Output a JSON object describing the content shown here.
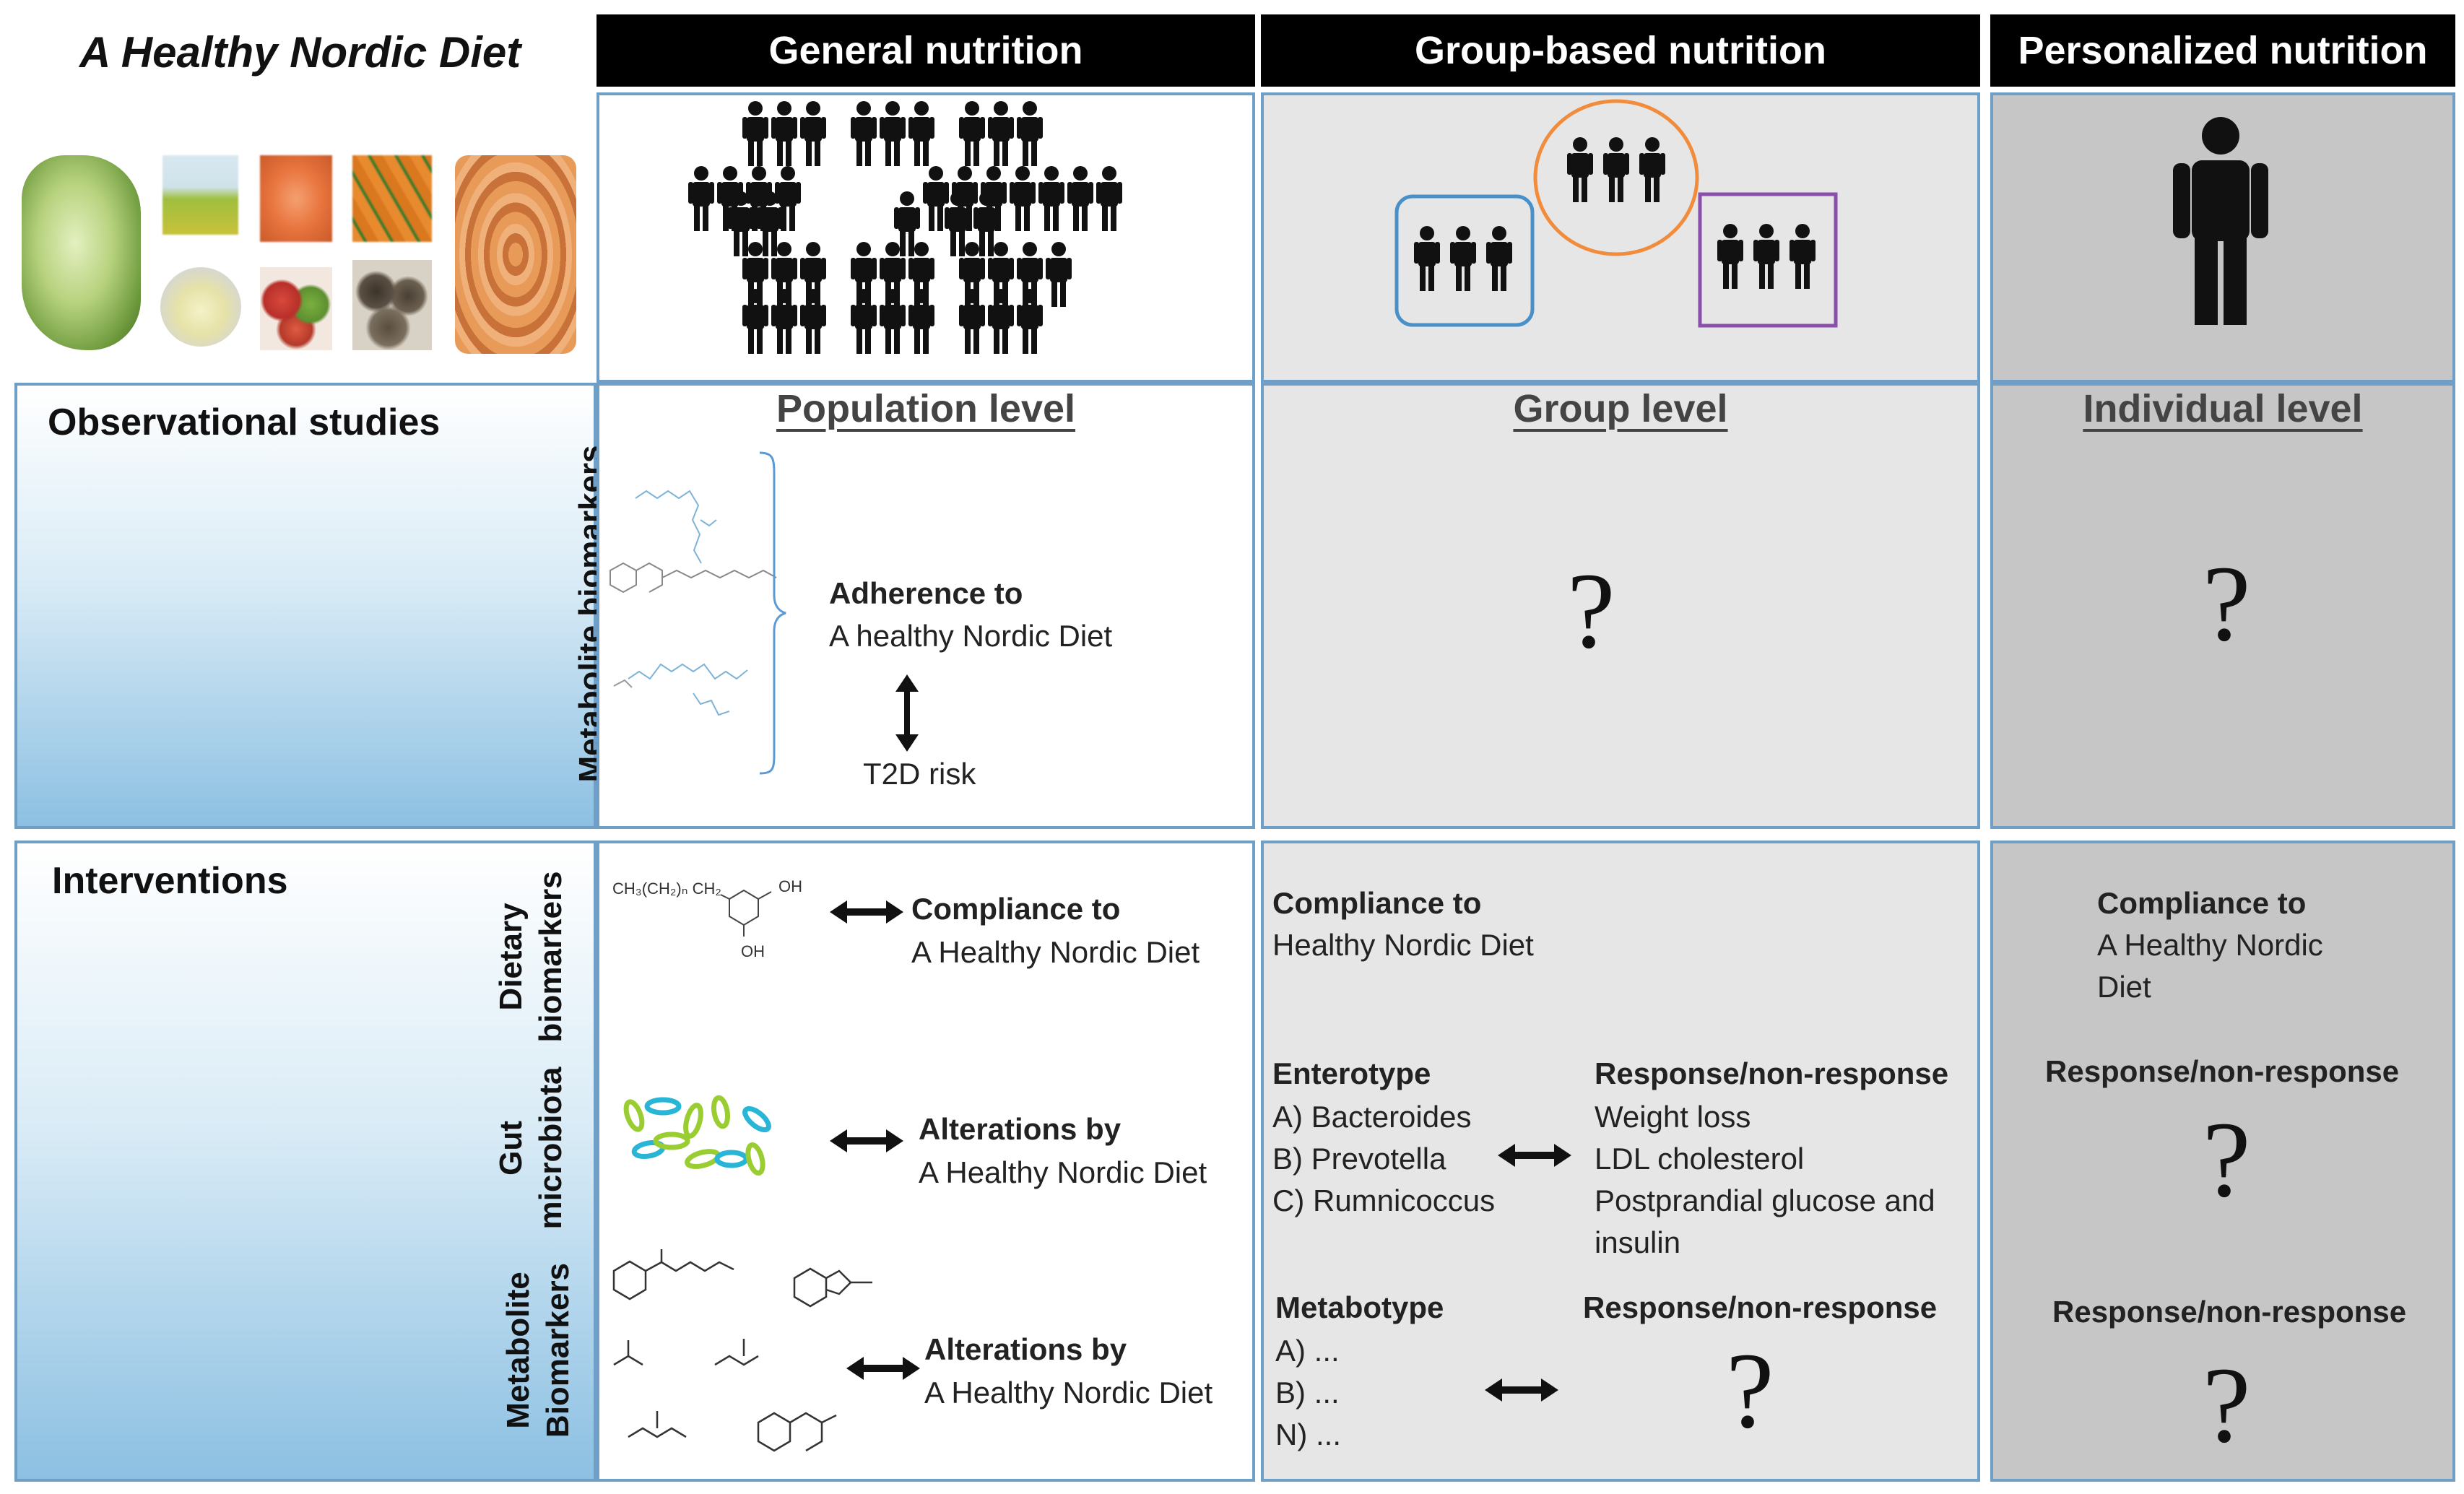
{
  "title": "A Healthy Nordic Diet",
  "columns": {
    "general": "General nutrition",
    "group": "Group-based nutrition",
    "personalized": "Personalized nutrition"
  },
  "rows": {
    "observational": "Observational studies",
    "interventions": "Interventions"
  },
  "sublabels": {
    "metabolite_biomarkers": "Metabolite biomarkers",
    "dietary_biomarkers": "Dietary\nbiomarkers",
    "gut_microbiota": "Gut\nmicrobiota",
    "metabolite_biomarkers_2": "Metabolite\nBiomarkers"
  },
  "levels": {
    "population": "Population level",
    "group": "Group level",
    "individual": "Individual level"
  },
  "observational": {
    "adherence_title": "Adherence to",
    "adherence_sub": "A healthy Nordic Diet",
    "t2d": "T2D risk",
    "group_q": "?",
    "individual_q": "?"
  },
  "general_interventions": {
    "compliance_title": "Compliance to",
    "compliance_sub": "A Healthy Nordic Diet",
    "alter1_title": "Alterations by",
    "alter1_sub": "A Healthy Nordic Diet",
    "alter2_title": "Alterations by",
    "alter2_sub": "A Healthy Nordic Diet"
  },
  "chem_labels": {
    "formula": "CH₃(CH₂)ₙ CH₂",
    "oh_top": "OH",
    "oh_bottom": "OH"
  },
  "group_interventions": {
    "compliance_title": "Compliance to",
    "compliance_sub": "Healthy Nordic Diet",
    "enterotype_title": "Enterotype",
    "enterotypes": [
      "A)   Bacteroides",
      "B)   Prevotella",
      "C)   Rumnicoccus"
    ],
    "response_title": "Response/non-response",
    "responses": [
      "Weight loss",
      "LDL cholesterol",
      "Postprandial glucose and",
      "insulin"
    ],
    "metabotype_title": "Metabotype",
    "metabotypes": [
      "A) ...",
      "B) ...",
      "N) ..."
    ],
    "response_title_2": "Response/non-response",
    "q": "?"
  },
  "personal_interventions": {
    "compliance_title": "Compliance to",
    "compliance_sub": "A Healthy Nordic\nDiet",
    "response_title": "Response/non-response",
    "q1": "?",
    "response_title_2": "Response/non-response",
    "q2": "?"
  },
  "colors": {
    "header_bg": "#000000",
    "border": "#6f9fc6",
    "group_light_grey": "#e7e6e7",
    "personal_dark_grey": "#c6c6c6",
    "blue_group": "#4a90c8",
    "orange_group": "#f08c3c",
    "purple_group": "#8a4fa8"
  }
}
